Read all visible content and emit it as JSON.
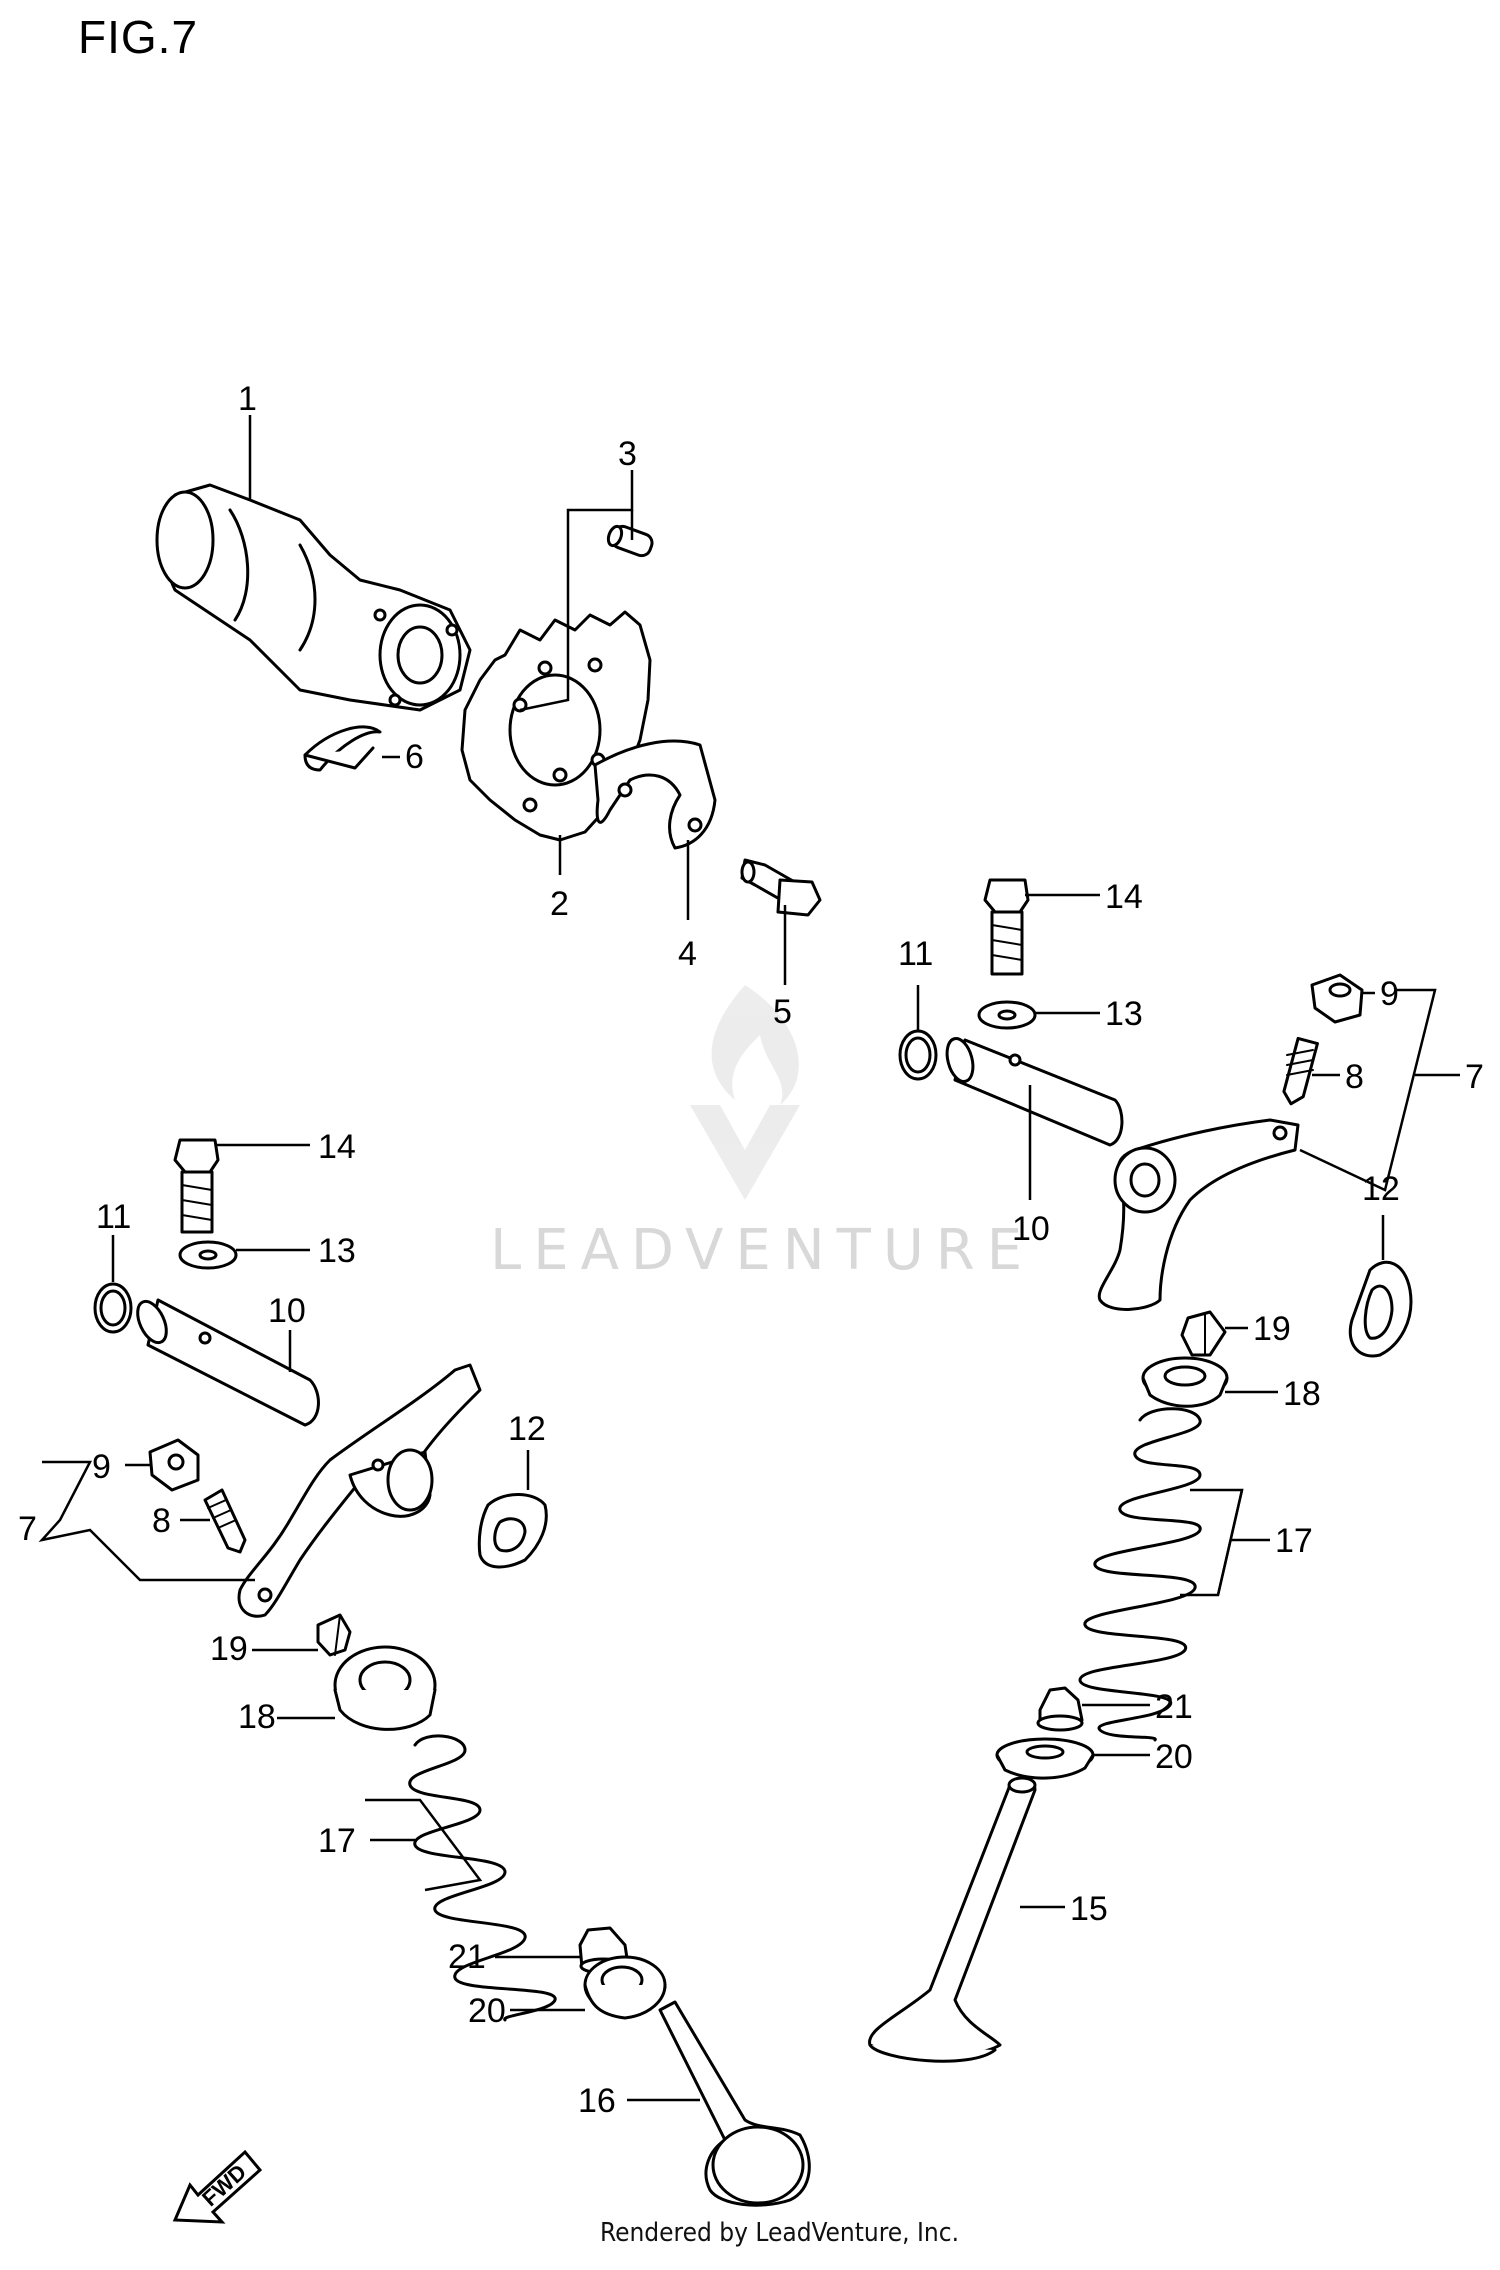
{
  "figure": {
    "title": "FIG.7",
    "watermark": "LEADVENTURE",
    "credit": "Rendered by LeadVenture, Inc.",
    "fwd_label": "FWD"
  },
  "callouts": [
    {
      "id": "c1",
      "label": "1"
    },
    {
      "id": "c2",
      "label": "2"
    },
    {
      "id": "c3",
      "label": "3"
    },
    {
      "id": "c4",
      "label": "4"
    },
    {
      "id": "c5",
      "label": "5"
    },
    {
      "id": "c6",
      "label": "6"
    },
    {
      "id": "c7r",
      "label": "7"
    },
    {
      "id": "c8r",
      "label": "8"
    },
    {
      "id": "c9r",
      "label": "9"
    },
    {
      "id": "c10r",
      "label": "10"
    },
    {
      "id": "c11r",
      "label": "11"
    },
    {
      "id": "c12r",
      "label": "12"
    },
    {
      "id": "c13r",
      "label": "13"
    },
    {
      "id": "c14r",
      "label": "14"
    },
    {
      "id": "c15",
      "label": "15"
    },
    {
      "id": "c16",
      "label": "16"
    },
    {
      "id": "c17r",
      "label": "17"
    },
    {
      "id": "c18r",
      "label": "18"
    },
    {
      "id": "c19r",
      "label": "19"
    },
    {
      "id": "c20r",
      "label": "20"
    },
    {
      "id": "c21r",
      "label": "21"
    },
    {
      "id": "c7l",
      "label": "7"
    },
    {
      "id": "c8l",
      "label": "8"
    },
    {
      "id": "c9l",
      "label": "9"
    },
    {
      "id": "c10l",
      "label": "10"
    },
    {
      "id": "c11l",
      "label": "11"
    },
    {
      "id": "c12l",
      "label": "12"
    },
    {
      "id": "c13l",
      "label": "13"
    },
    {
      "id": "c14l",
      "label": "14"
    },
    {
      "id": "c17l",
      "label": "17"
    },
    {
      "id": "c18l",
      "label": "18"
    },
    {
      "id": "c19l",
      "label": "19"
    },
    {
      "id": "c20l",
      "label": "20"
    },
    {
      "id": "c21l",
      "label": "21"
    }
  ]
}
